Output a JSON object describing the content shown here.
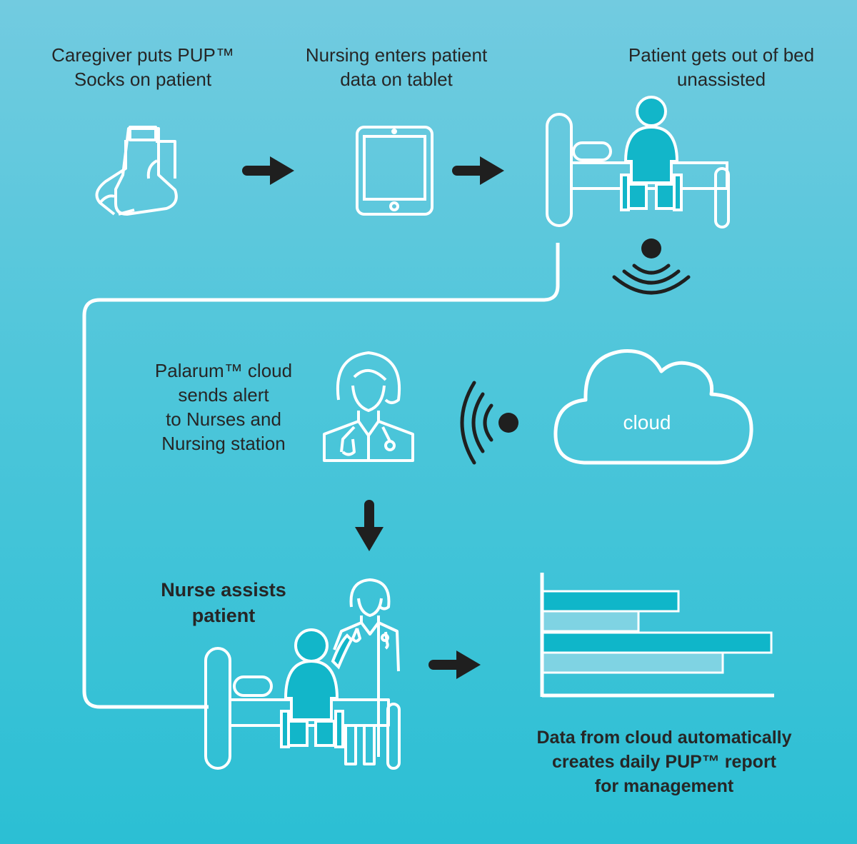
{
  "steps": {
    "socks": "Caregiver puts PUP™\nSocks on patient",
    "tablet": "Nursing enters patient\ndata on tablet",
    "bed_exit": "Patient gets out of bed\nunassisted",
    "alert": "Palarum™ cloud\nsends alert\nto Nurses and\nNursing station",
    "nurse_assists": "Nurse assists\npatient",
    "report": "Data from cloud automatically\ncreates daily PUP™ report\nfor management"
  },
  "cloud": {
    "label": "cloud"
  },
  "icons": [
    "socks-icon",
    "tablet-icon",
    "patient-bed-icon",
    "wireless-signal-icon",
    "nurse-icon",
    "cloud-icon",
    "nurse-assisting-patient-icon",
    "bar-chart-icon",
    "arrow-right-icon",
    "arrow-down-icon"
  ],
  "colors": {
    "background_top": "#72cbe0",
    "background_bottom": "#2bbfd4",
    "accent": "#0fb6c9",
    "accent_light": "#7fd3e3",
    "line": "#ffffff",
    "text": "#262626"
  }
}
